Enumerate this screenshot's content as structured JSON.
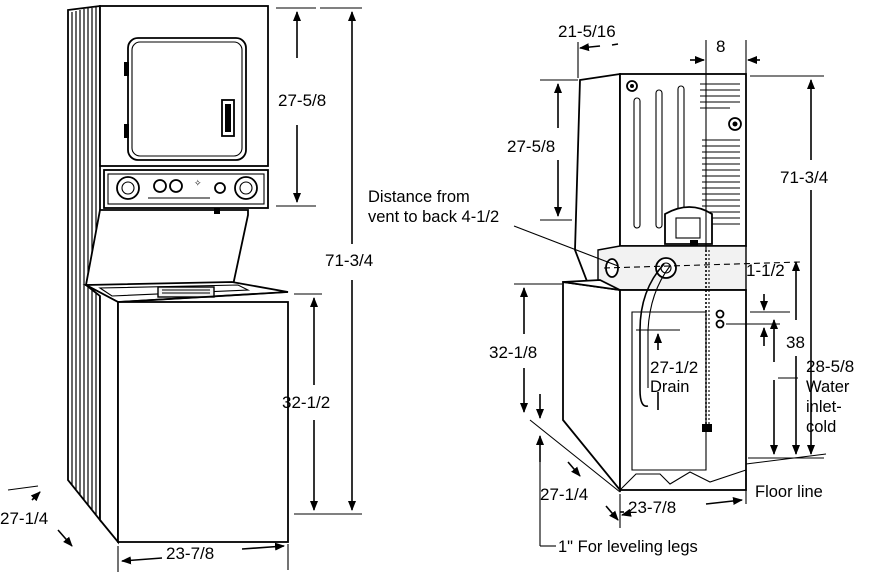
{
  "front_view": {
    "dryer_height": "27-5/8",
    "overall_height": "71-3/4",
    "washer_height": "32-1/2",
    "depth": "27-1/4",
    "width": "23-7/8"
  },
  "rear_view": {
    "top_depth": "21-5/16",
    "top_offset": "8",
    "dryer_height": "27-5/8",
    "vent_note_line1": "Distance from",
    "vent_note_line2": "vent to back 4-1/2",
    "overall_height": "71-3/4",
    "inlet_offset": "1-1/2",
    "washer_height": "32-1/8",
    "drain_height": "27-1/2",
    "drain_label": "Drain",
    "height_38": "38",
    "water_inlet_height": "28-5/8",
    "water_inlet_line1": "Water",
    "water_inlet_line2": "inlet-",
    "water_inlet_line3": "cold",
    "depth": "27-1/4",
    "width": "23-7/8",
    "floor_line": "Floor line",
    "leveling_legs": "1\" For leveling legs"
  }
}
